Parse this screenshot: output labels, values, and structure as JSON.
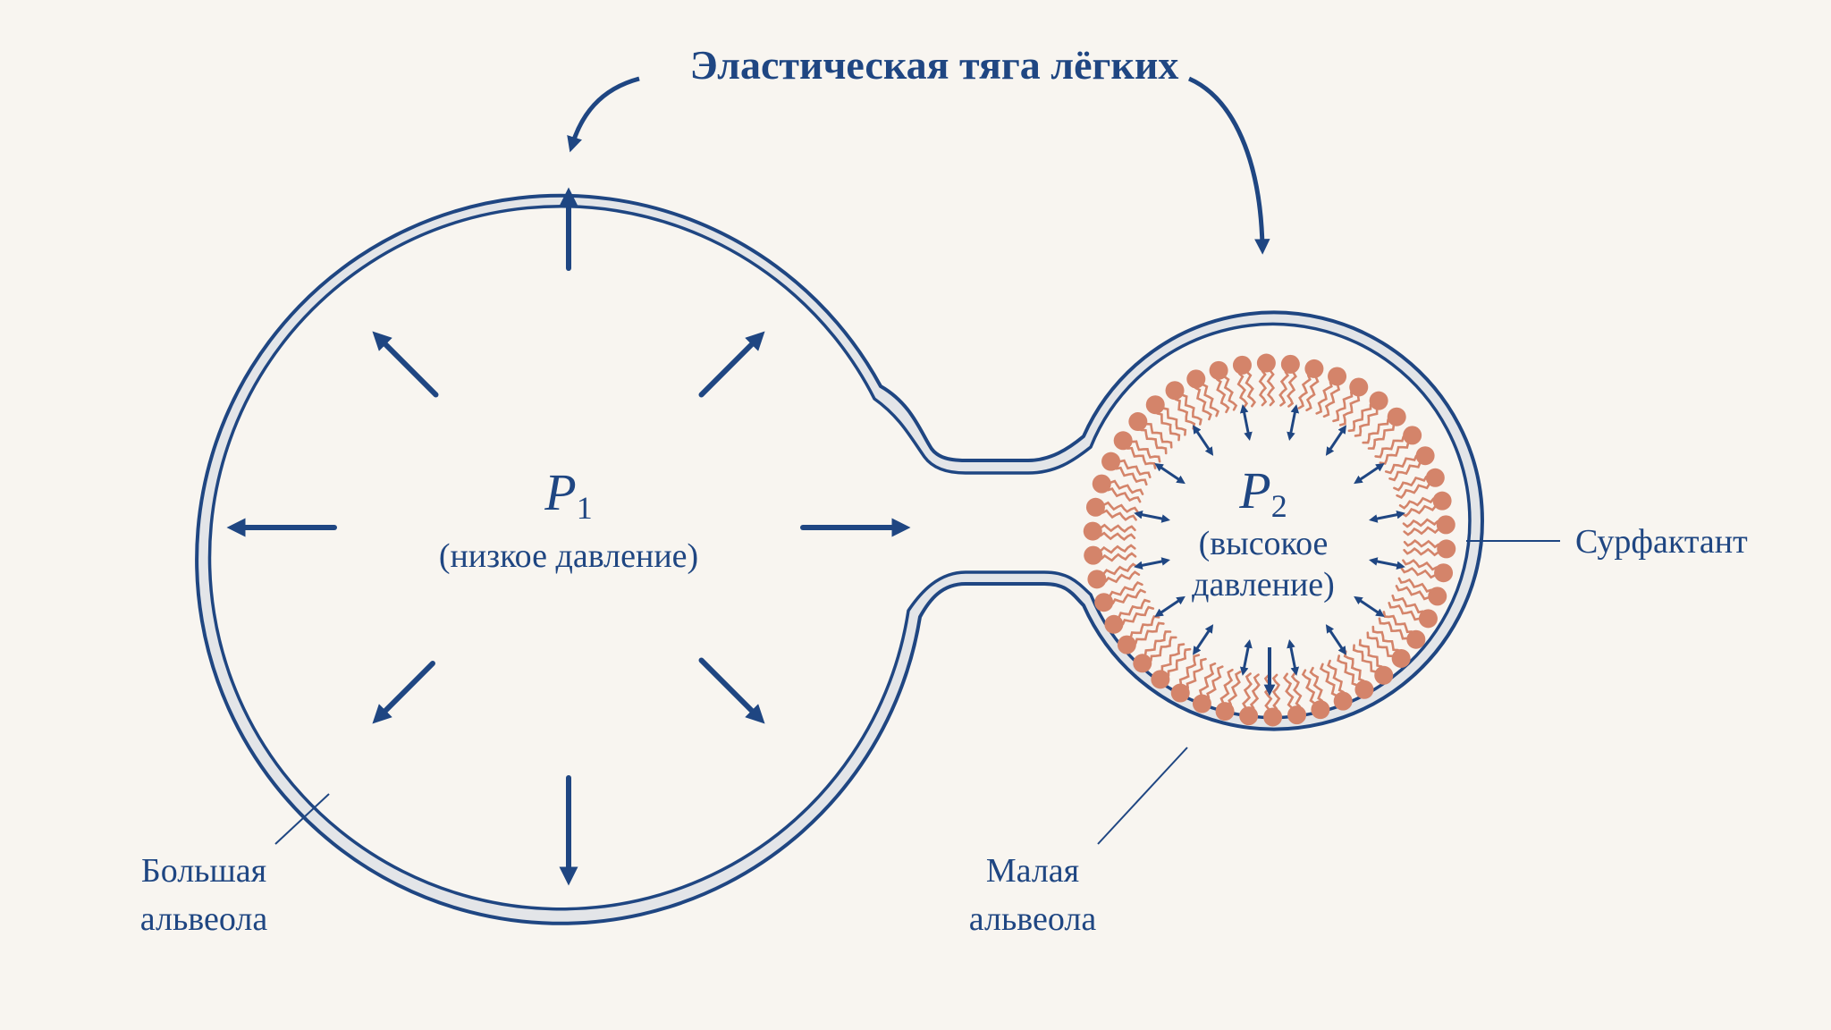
{
  "title": "Эластическая тяга лёгких",
  "p1": {
    "symbol": "P",
    "subscript": "1",
    "description": "(низкое давление)"
  },
  "p2": {
    "symbol": "P",
    "subscript": "2",
    "description_line1": "(высокое",
    "description_line2": "давление)"
  },
  "labels": {
    "surfactant": "Сурфактант",
    "large_alveolus_line1": "Большая",
    "large_alveolus_line2": "альвеола",
    "small_alveolus_line1": "Малая",
    "small_alveolus_line2": "альвеола"
  },
  "colors": {
    "outline": "#1f4682",
    "wall_fill": "#e3e5e8",
    "background": "#f8f5f0",
    "surfactant": "#d4846a"
  }
}
